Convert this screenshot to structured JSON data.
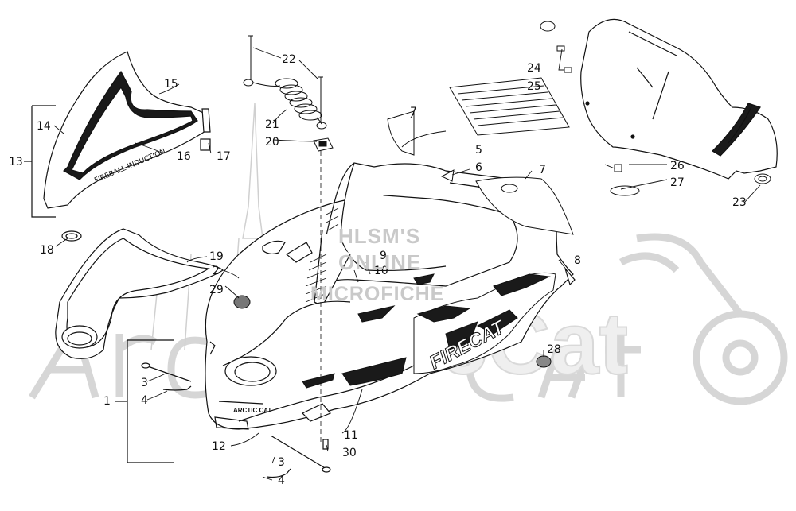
{
  "watermark": {
    "line1": "HLSM'S",
    "line2": "ONLINE",
    "line3": "MICROFICHE"
  },
  "brand_watermark": "ArcticCat",
  "decal_text": {
    "hood_decal": "FIREBALL INDUCTION",
    "arctic_cat": "ARCTIC CAT",
    "side_decal": "FIRECAT"
  },
  "callouts": [
    "1",
    "2",
    "3",
    "3",
    "4",
    "4",
    "5",
    "6",
    "7",
    "7",
    "8",
    "9",
    "10",
    "11",
    "12",
    "13",
    "14",
    "15",
    "16",
    "17",
    "18",
    "19",
    "20",
    "21",
    "22",
    "23",
    "24",
    "25",
    "26",
    "27",
    "28",
    "29",
    "30"
  ]
}
